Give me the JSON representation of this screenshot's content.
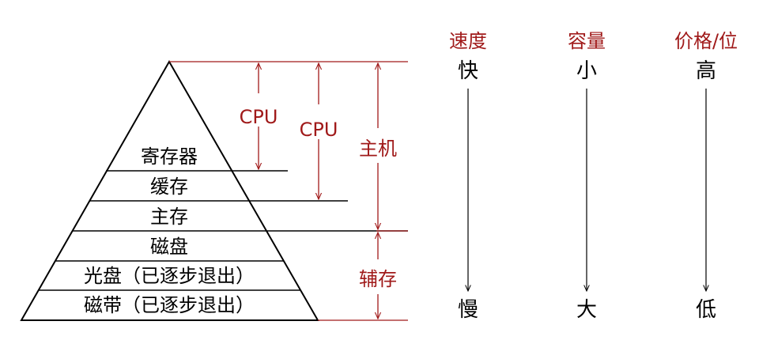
{
  "colors": {
    "accent": "#a01a1a",
    "ink": "#000000"
  },
  "pyramid": {
    "levels": [
      "寄存器",
      "缓存",
      "主存",
      "磁盘",
      "光盘（已逐步退出）",
      "磁带（已逐步退出）"
    ]
  },
  "brackets": {
    "cpu_1": "CPU",
    "cpu_2": "CPU",
    "host": "主机",
    "aux": "辅存"
  },
  "columns": [
    {
      "header": "速度",
      "top": "快",
      "bottom": "慢"
    },
    {
      "header": "容量",
      "top": "小",
      "bottom": "大"
    },
    {
      "header": "价格/位",
      "top": "高",
      "bottom": "低"
    }
  ]
}
